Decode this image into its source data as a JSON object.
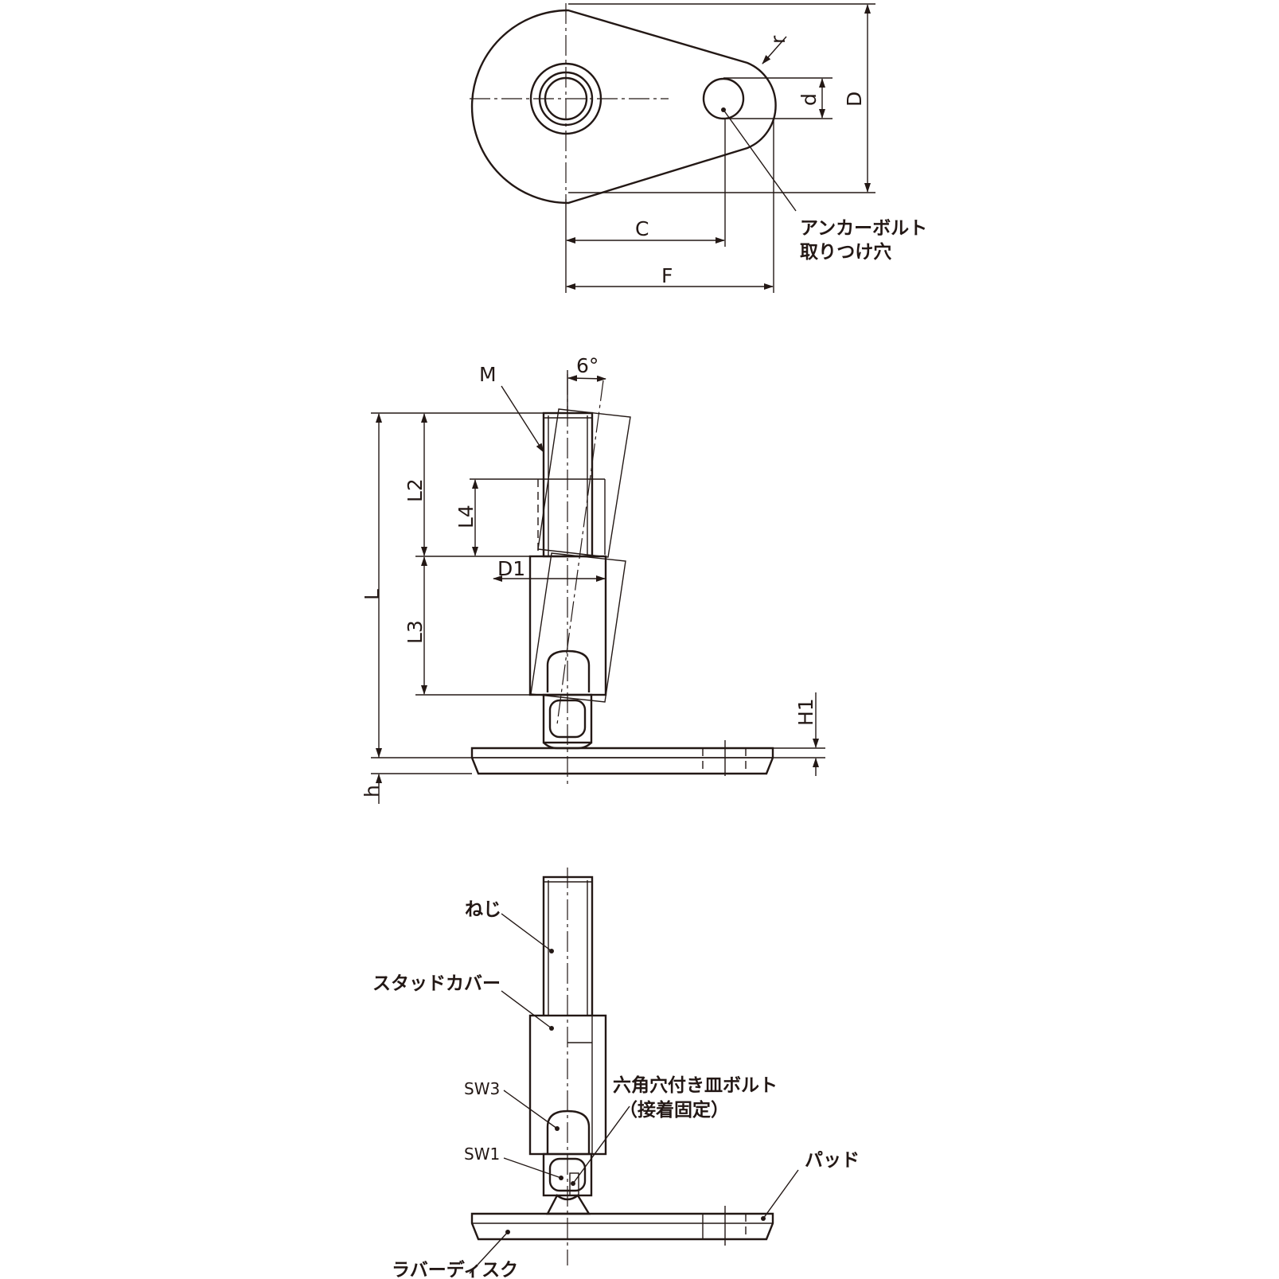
{
  "top_view": {
    "dims": {
      "r": "r",
      "d": "d",
      "D": "D",
      "C": "C",
      "F": "F"
    },
    "anchor_label_line1": "アンカーボルト",
    "anchor_label_line2": "取りつけ穴"
  },
  "side_view": {
    "M": "M",
    "angle": "6°",
    "L": "L",
    "L2": "L2",
    "L3": "L3",
    "L4": "L4",
    "D1": "D1",
    "H1": "H1",
    "h": "h"
  },
  "parts_view": {
    "screw": "ねじ",
    "stud_cover": "スタッドカバー",
    "sw3": "SW3",
    "sw1": "SW1",
    "bolt_line1": "六角穴付き皿ボルト",
    "bolt_line2": "（接着固定）",
    "pad": "パッド",
    "rubber_disc": "ラバーディスク"
  }
}
